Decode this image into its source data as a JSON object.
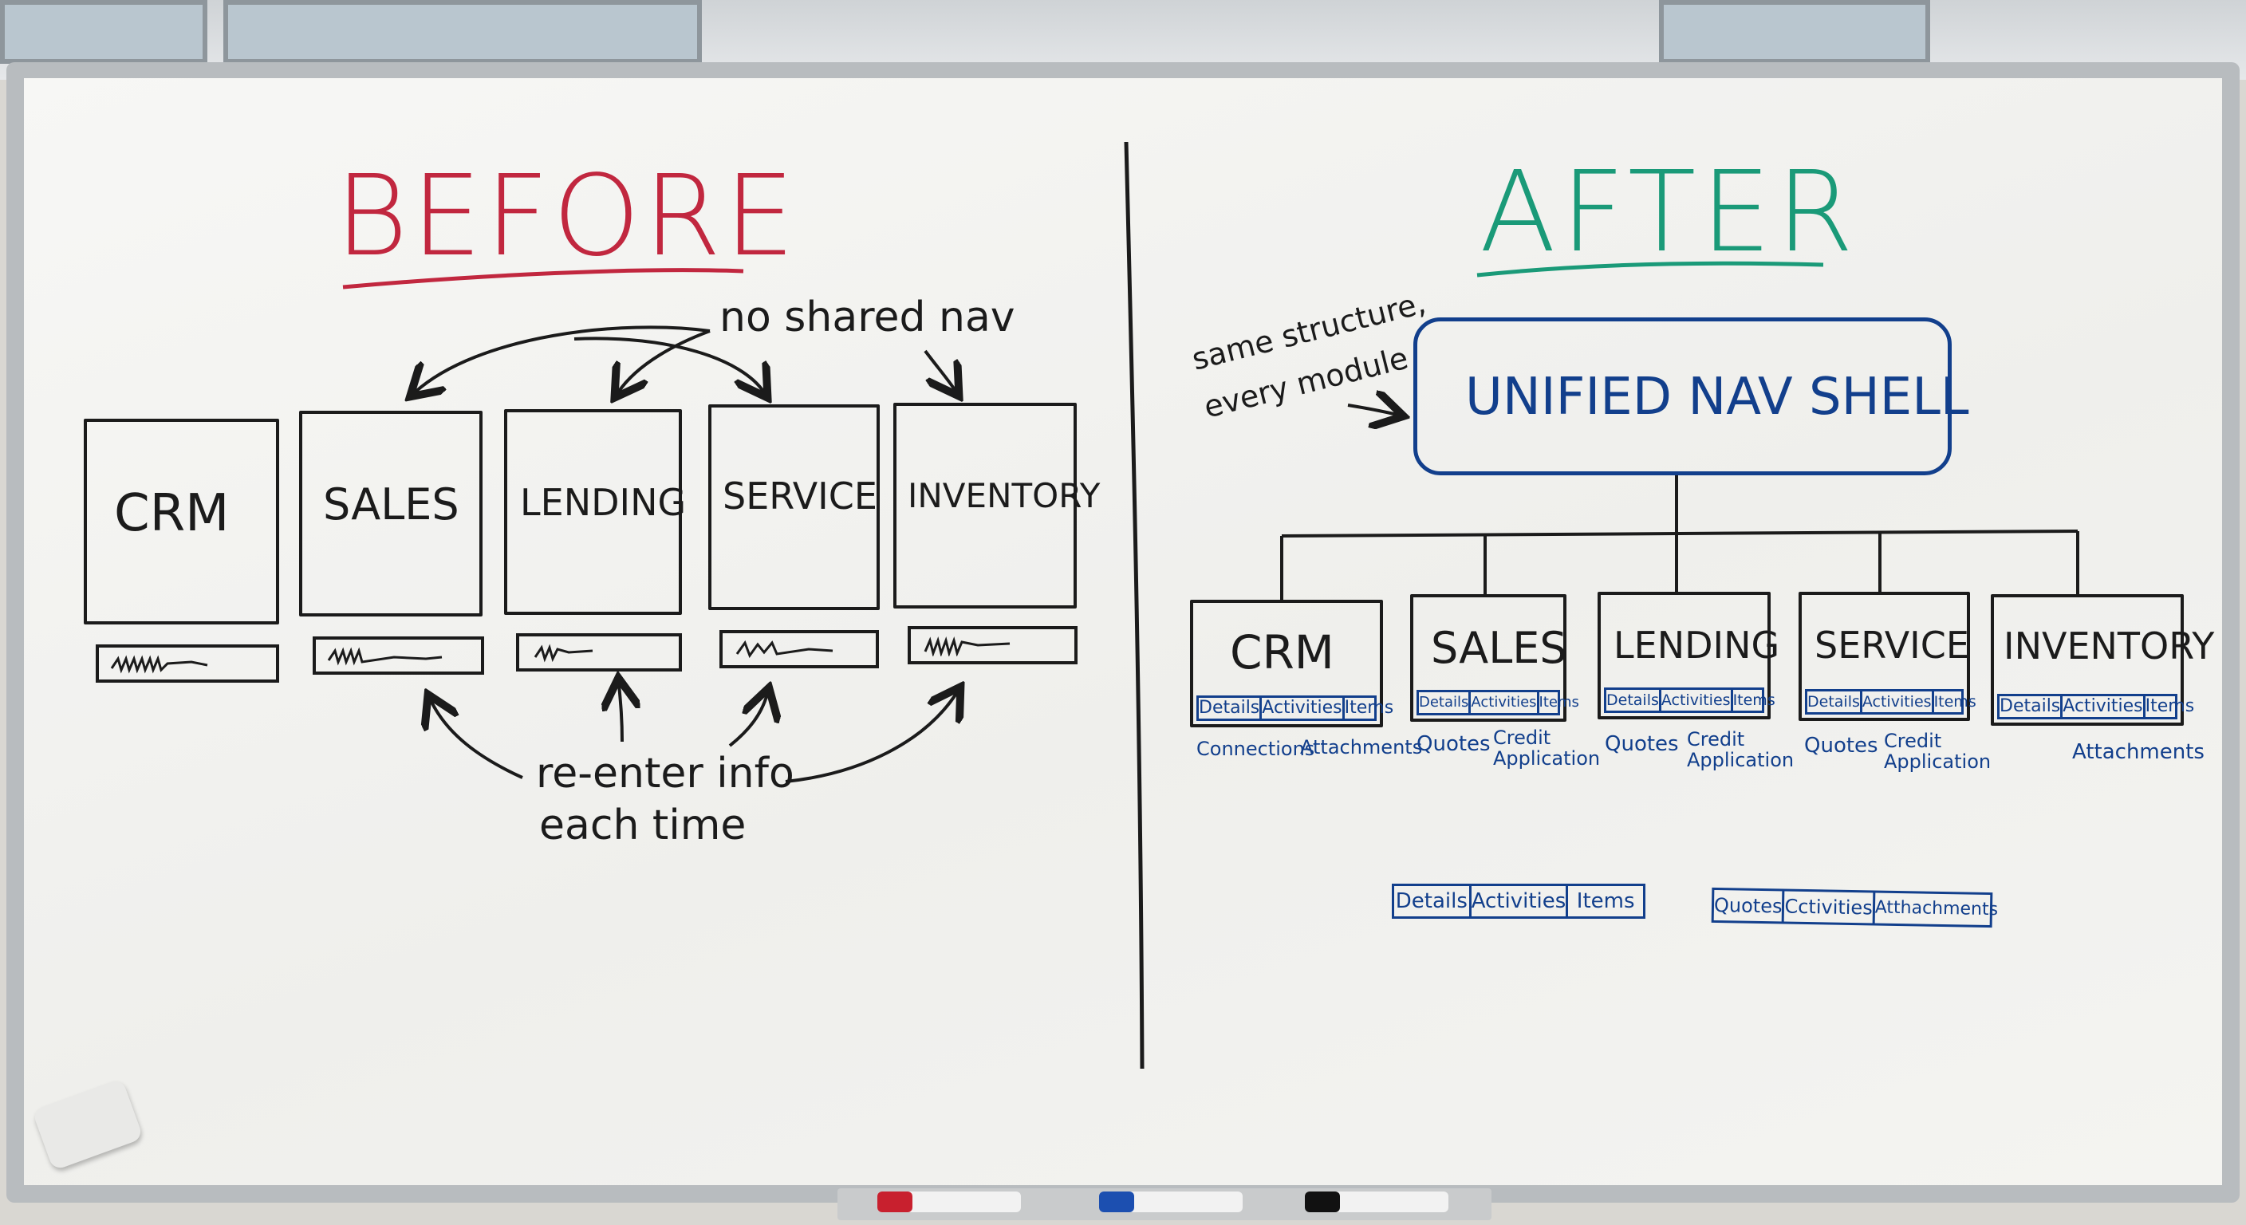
{
  "before": {
    "title": "BEFORE",
    "title_color": "#c1273f",
    "top_note": "no shared nav",
    "bottom_note_line1": "re-enter info",
    "bottom_note_line2": "each time",
    "modules": [
      "CRM",
      "SALES",
      "LENDING",
      "SERVICE",
      "INVENTORY"
    ]
  },
  "after": {
    "title": "AFTER",
    "title_color": "#1a9a78",
    "shell_label": "UNIFIED NAV SHELL",
    "side_note_line1": "same structure,",
    "side_note_line2": "every module",
    "modules": [
      {
        "name": "CRM",
        "tabs": [
          "Details",
          "Activities",
          "Items"
        ],
        "extras": [
          "Connections",
          "Attachments"
        ]
      },
      {
        "name": "SALES",
        "tabs": [
          "Details",
          "Activities",
          "Items"
        ],
        "extras": [
          "Quotes",
          "Credit Application"
        ]
      },
      {
        "name": "LENDING",
        "tabs": [
          "Details",
          "Activities",
          "Items"
        ],
        "extras": [
          "Quotes",
          "Credit Application"
        ]
      },
      {
        "name": "SERVICE",
        "tabs": [
          "Details",
          "Activities",
          "Items"
        ],
        "extras": [
          "Quotes",
          "Credit Application"
        ]
      },
      {
        "name": "INVENTORY",
        "tabs": [
          "Details",
          "Activities",
          "Items"
        ],
        "extras": [
          "Attachments"
        ]
      }
    ],
    "legend_left": [
      "Details",
      "Activities",
      "Items"
    ],
    "legend_right": [
      "Quotes",
      "Cctivities",
      "Atthachments"
    ]
  },
  "colors": {
    "ink_black": "#1b1b1b",
    "ink_blue": "#123f8c",
    "ink_red": "#c1273f",
    "ink_green": "#1a9a78"
  }
}
